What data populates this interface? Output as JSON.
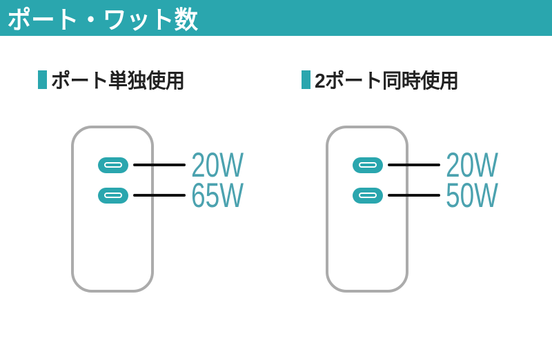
{
  "colors": {
    "accent": "#2aa6ae",
    "header_text": "#ffffff",
    "heading_text": "#222222",
    "wattage_color": "#4ba2af",
    "charger_border": "#ababab",
    "line_color": "#111111"
  },
  "header": {
    "title": "ポート・ワット数"
  },
  "icons": {
    "port": "usb-c-port"
  },
  "sections": [
    {
      "heading": "ポート単独使用",
      "ports": [
        {
          "icon": "usb-c-port",
          "wattage": "20W"
        },
        {
          "icon": "usb-c-port",
          "wattage": "65W"
        }
      ]
    },
    {
      "heading": "2ポート同時使用",
      "ports": [
        {
          "icon": "usb-c-port",
          "wattage": "20W"
        },
        {
          "icon": "usb-c-port",
          "wattage": "50W"
        }
      ]
    }
  ]
}
